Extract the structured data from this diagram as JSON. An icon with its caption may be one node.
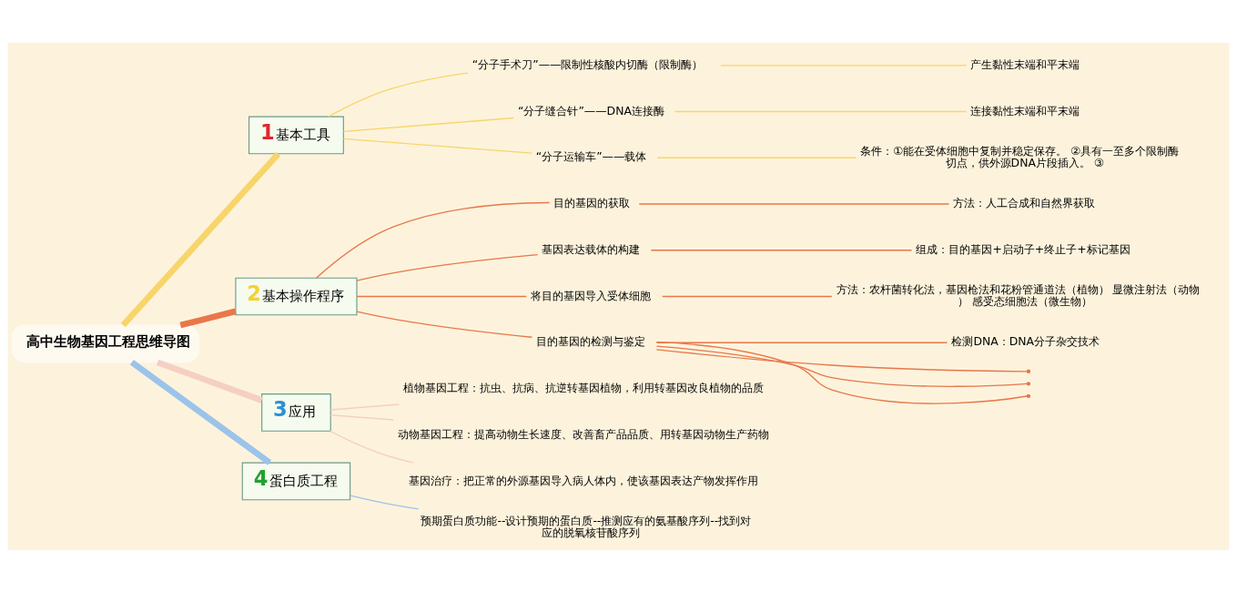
{
  "diagram": {
    "nodes": [
      {
        "text": [
          "高中生物基因工程思维导图"
        ]
      },
      {
        "text": [
          "1",
          "基本工具"
        ]
      },
      {
        "text": [
          "“分子手术刀”——限制性核酸内切酶（限制酶）"
        ]
      },
      {
        "text": [
          "产生黏性末端和平末端"
        ]
      },
      {
        "text": [
          "“分子缝合针”——DNA连接酶"
        ]
      },
      {
        "text": [
          "连接黏性末端和平末端"
        ]
      },
      {
        "text": [
          "“分子运输车”——载体"
        ]
      },
      {
        "text": [
          "条件：①能在受体细胞中复制并稳定保存。 ②具有一至多个限制酶切点，供外源DNA片段插入。 ③"
        ]
      },
      {
        "text": [
          "2",
          "基本操作程序"
        ]
      },
      {
        "text": [
          "目的基因的获取"
        ]
      },
      {
        "text": [
          "方法：人工合成和自然界获取"
        ]
      },
      {
        "text": [
          "基因表达载体的构建"
        ]
      },
      {
        "text": [
          "组成：目的基因+启动子+终止子+标记基因"
        ]
      },
      {
        "text": [
          "将目的基因导入受体细胞"
        ]
      },
      {
        "text": [
          "方法：农杆菌转化法，基因枪法和花粉管通道法（植物） 显微注射法（动物） 感受态细胞法（微生物）"
        ]
      },
      {
        "text": [
          "目的基因的检测与鉴定"
        ]
      },
      {
        "text": [
          "检测DNA：DNA分子杂交技术"
        ]
      },
      {
        "text": [],
        "shape": "point"
      },
      {
        "text": [],
        "shape": "point"
      },
      {
        "text": [],
        "shape": "point"
      },
      {
        "text": [
          "3",
          "应用"
        ]
      },
      {
        "text": [
          "植物基因工程：抗虫、抗病、抗逆转基因植物，利用转基因改良植物的品质"
        ]
      },
      {
        "text": [
          "动物基因工程：提高动物生长速度、改善畜产品品质、用转基因动物生产药物"
        ]
      },
      {
        "text": [
          "基因治疗：把正常的外源基因导入病人体内，使该基因表达产物发挥作用"
        ]
      },
      {
        "text": [
          "4",
          "蛋白质工程"
        ]
      },
      {
        "text": [
          "预期蛋白质功能--设计预期的蛋白质--推测应有的氨基酸序列--找到对应的脱氧核苷酸序列"
        ]
      }
    ],
    "edges": [
      {
        "from": 0,
        "to": 1,
        "arrow": "none",
        "style": "thick",
        "color": "#f7d56b"
      },
      {
        "from": 1,
        "to": 2,
        "arrow": "none",
        "color": "#f7d56b"
      },
      {
        "from": 2,
        "to": 3,
        "arrow": "none",
        "color": "#f7d56b"
      },
      {
        "from": 1,
        "to": 4,
        "arrow": "none",
        "color": "#f7d56b"
      },
      {
        "from": 4,
        "to": 5,
        "arrow": "none",
        "color": "#f7d56b"
      },
      {
        "from": 1,
        "to": 6,
        "arrow": "none",
        "color": "#f7d56b"
      },
      {
        "from": 6,
        "to": 7,
        "arrow": "none",
        "color": "#f7d56b"
      },
      {
        "from": 0,
        "to": 8,
        "arrow": "none",
        "style": "thick"
      },
      {
        "from": 8,
        "to": 9,
        "arrow": "none"
      },
      {
        "from": 9,
        "to": 10,
        "arrow": "none"
      },
      {
        "from": 8,
        "to": 11,
        "arrow": "none"
      },
      {
        "from": 11,
        "to": 12,
        "arrow": "none"
      },
      {
        "from": 8,
        "to": 13,
        "arrow": "none"
      },
      {
        "from": 13,
        "to": 14,
        "arrow": "none"
      },
      {
        "from": 8,
        "to": 15,
        "arrow": "none"
      },
      {
        "from": 15,
        "to": 16,
        "arrow": "none"
      },
      {
        "from": 15,
        "to": 17,
        "arrow": "none"
      },
      {
        "from": 15,
        "to": 18,
        "arrow": "none"
      },
      {
        "from": 15,
        "to": 19,
        "arrow": "none"
      },
      {
        "from": 0,
        "to": 20,
        "arrow": "none",
        "style": "thick",
        "color": "#f5cfc4"
      },
      {
        "from": 20,
        "to": 21,
        "arrow": "none",
        "color": "#f5cfc4"
      },
      {
        "from": 20,
        "to": 22,
        "arrow": "none",
        "color": "#f5cfc4"
      },
      {
        "from": 20,
        "to": 23,
        "arrow": "none",
        "color": "#f5cfc4"
      },
      {
        "from": 0,
        "to": 24,
        "arrow": "none",
        "style": "thick",
        "color": "#9cc3ea"
      },
      {
        "from": 24,
        "to": 25,
        "arrow": "none",
        "color": "#9cc3ea"
      }
    ]
  }
}
